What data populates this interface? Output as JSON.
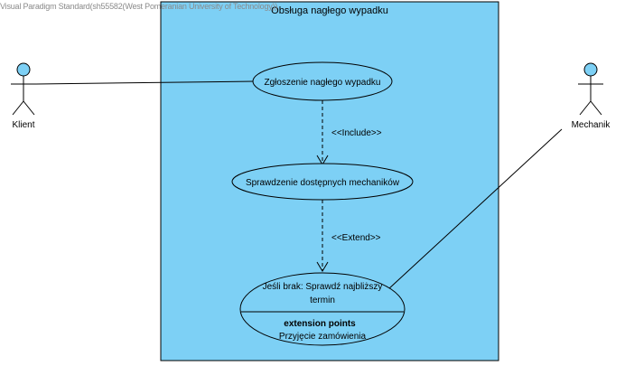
{
  "watermark": "Visual Paradigm Standard(sh55582(West Pomeranian University of Technology))",
  "system": {
    "title": "Obsługa nagłego wypadku",
    "fill": "#7dd0f5",
    "stroke": "#000000"
  },
  "actors": [
    {
      "id": "klient",
      "name": "Klient",
      "head_color": "#7dd0f5"
    },
    {
      "id": "mechanik",
      "name": "Mechanik",
      "head_color": "#7dd0f5"
    }
  ],
  "use_cases": [
    {
      "id": "uc1",
      "label": "Zgłoszenie nagłego wypadku"
    },
    {
      "id": "uc2",
      "label": "Sprawdzenie dostępnych mechaników"
    },
    {
      "id": "uc3",
      "label_line1": "Jeśli brak: Sprawdź najbliższy",
      "label_line2": "termin",
      "extension_title": "extension points",
      "extension_point": "Przyjęcie zamówienia"
    }
  ],
  "relations": [
    {
      "type": "include",
      "label": "<<Include>>"
    },
    {
      "type": "extend",
      "label": "<<Extend>>"
    }
  ]
}
